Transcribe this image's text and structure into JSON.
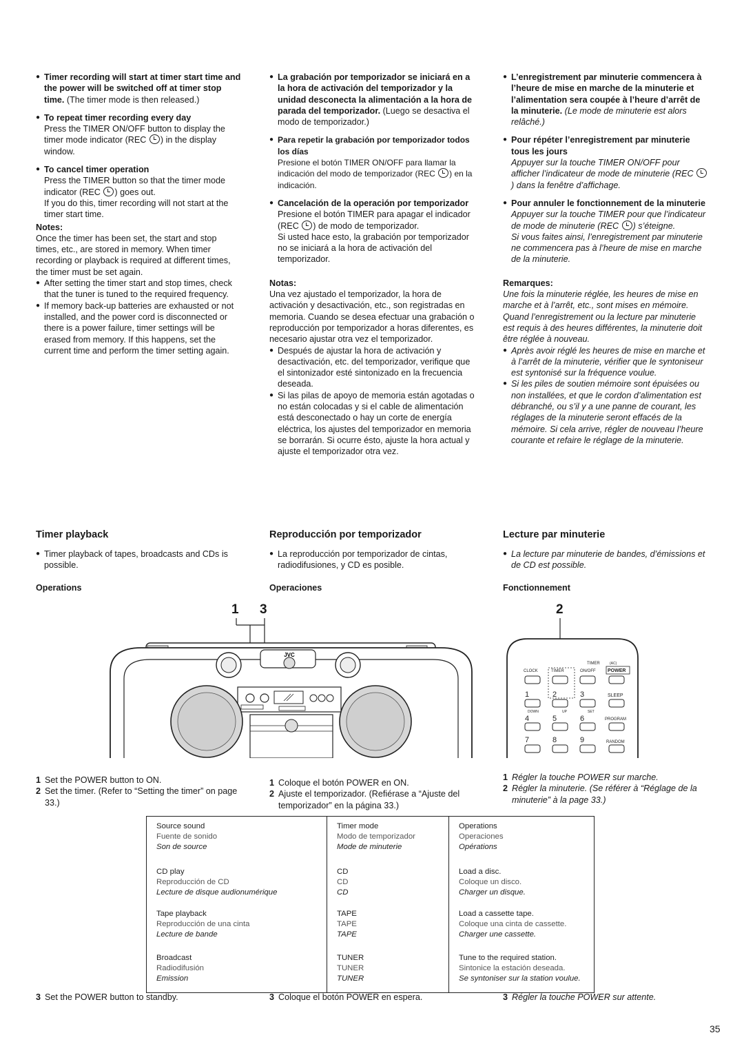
{
  "en": {
    "b1_bold": "Timer recording will start at timer start time and the power will be switched off at timer stop time.",
    "b1_rest": " (The timer mode is then released.)",
    "b2_head": "To repeat timer recording every day",
    "b2_text_a": "Press the TIMER ON/OFF button to display the timer mode indicator (REC ",
    "b2_text_b": ") in the display window.",
    "b3_head": "To cancel timer operation",
    "b3_text_a": "Press the TIMER button so that the timer mode indicator (REC ",
    "b3_text_b": ") goes out.",
    "b3_text_c": "If you do this, timer recording will not start at the timer start time.",
    "notes_head": "Notes:",
    "notes_text": "Once the timer has been set, the start and stop times, etc., are stored in memory. When timer recording or playback is required at different times, the timer must be set again.",
    "n1": "After setting the timer start and stop times, check that the tuner is tuned to the required frequency.",
    "n2": "If memory back-up batteries are exhausted or not installed, and the power cord is disconnected or there is a power failure, timer settings will be erased from memory. If this happens, set the current time and perform the timer setting again.",
    "section": "Timer playback",
    "intro": "Timer playback of tapes, broadcasts and CDs is possible.",
    "ops": "Operations",
    "s1": "Set the POWER button to ON.",
    "s2": "Set the timer. (Refer to “Setting the timer” on page 33.)",
    "s3": "Set the POWER button to standby."
  },
  "es": {
    "b1_bold": "La grabación por temporizador se iniciará en a la hora de activación del temporizador y la unidad desconecta la alimentación a la hora de parada del temporizador.",
    "b1_rest": " (Luego se desactiva el modo de temporizador.)",
    "b2_head": "Para repetir la grabación por temporizador todos los días",
    "b2_text_a": "Presione el botón TIMER ON/OFF para llamar la indicación del modo de temporizador (REC ",
    "b2_text_b": ") en la indicación.",
    "b3_head": "Cancelación de la operación por temporizador",
    "b3_text_a": "Presione el botón TIMER para apagar el indicador (REC ",
    "b3_text_b": ") de modo de temporizador.",
    "b3_text_c": "Si usted hace esto, la grabación por temporizador no se iniciará a la hora de activación del temporizador.",
    "notes_head": "Notas:",
    "notes_text": "Una vez ajustado el temporizador, la hora de activación y desactivación, etc., son registradas en memoria. Cuando se desea efectuar una grabación o reproducción por temporizador a horas diferentes, es necesario ajustar otra vez el temporizador.",
    "n1": "Después de ajustar la hora de activación y desactivación, etc. del temporizador, verifique que el sintonizador esté sintonizado en la frecuencia deseada.",
    "n2": "Si las pilas de apoyo de memoria están agotadas o no están colocadas y si el cable de alimentación está desconectado o hay un corte de energía eléctrica, los ajustes del temporizador en memoria se borrarán. Si ocurre ésto, ajuste la hora actual y ajuste el temporizador otra vez.",
    "section": "Reproducción por temporizador",
    "intro": "La reproducción por temporizador de cintas, radiodifusiones, y CD es posible.",
    "ops": "Operaciones",
    "s1": "Coloque el botón POWER en ON.",
    "s2": "Ajuste el temporizador. (Refiérase a “Ajuste del temporizador” en la página 33.)",
    "s3": "Coloque el botón POWER en espera."
  },
  "fr": {
    "b1_bold": "L’enregistrement par minuterie commencera à l’heure de mise en marche de la minuterie et l’alimentation sera coupée à l’heure d’arrêt de la minuterie.",
    "b1_rest": " (Le mode de minuterie est alors relâché.)",
    "b2_head": "Pour répéter l’enregistrement par minuterie tous les jours",
    "b2_text_a": "Appuyer sur la touche TIMER ON/OFF pour afficher l’indicateur de mode de minuterie (REC ",
    "b2_text_b": ") dans la fenêtre d’affichage.",
    "b3_head": "Pour annuler le fonctionnement de la minuterie",
    "b3_text_a": "Appuyer sur la touche TIMER pour que l’indicateur de mode de minuterie (REC ",
    "b3_text_b": ") s’éteigne.",
    "b3_text_c": "Si vous faites ainsi, l’enregistrement par minuterie ne commencera pas à l’heure de mise en marche de la minuterie.",
    "notes_head": "Remarques:",
    "notes_text": "Une fois la minuterie réglée, les heures de mise en marche et à l’arrêt, etc., sont mises en mémoire. Quand l’enregistrement ou la lecture par minuterie est requis à des heures différentes, la minuterie doit être réglée à nouveau.",
    "n1": "Après avoir réglé les heures de mise en marche et à l’arrêt de la minuterie, vérifier que le syntoniseur est syntonisé sur la fréquence voulue.",
    "n2": "Si les piles de soutien mémoire sont épuisées ou non installées, et que le cordon d’alimentation est débranché, ou s’il y a une panne de courant, les réglages de la minuterie seront effacés de la mémoire. Si cela arrive, régler de nouveau l’heure courante et refaire le réglage de la minuterie.",
    "section": "Lecture par minuterie",
    "intro": "La lecture par minuterie de bandes, d’émissions et de CD est possible.",
    "ops": "Fonctionnement",
    "s1": "Régler la touche POWER sur marche.",
    "s2": "Régler la minuterie. (Se référer à “Réglage de la minuterie” à la page 33.)",
    "s3": "Régler la touche POWER sur attente."
  },
  "figure": {
    "label_1": "1",
    "label_3": "3",
    "label_2": "2",
    "unit_brand": "JVC",
    "remote": {
      "timer_top": "TIMER",
      "ac": "(AC)",
      "clock": "CLOCK",
      "timer": "TIMER",
      "onoff": "ON/OFF",
      "power": "POWER",
      "k1": "1",
      "k2": "2",
      "k3": "3",
      "sleep": "SLEEP",
      "down": "DOWN",
      "up": "UP",
      "set": "SET",
      "k4": "4",
      "k5": "5",
      "k6": "6",
      "program": "PROGRAM",
      "k7": "7",
      "k8": "8",
      "k9": "9",
      "random": "RANDOM"
    }
  },
  "table": {
    "header": {
      "c1": [
        "Source sound",
        "Fuente de sonido",
        "Son de source"
      ],
      "c2": [
        "Timer mode",
        "Modo de temporizador",
        "Mode de minuterie"
      ],
      "c3": [
        "Operations",
        "Operaciones",
        "Opérations"
      ]
    },
    "rows": [
      {
        "c1": [
          "CD play",
          "Reproducción de CD",
          "Lecture de disque audionumérique"
        ],
        "c2": [
          "CD",
          "CD",
          "CD"
        ],
        "c3": [
          "Load a disc.",
          "Coloque un disco.",
          "Charger un disque."
        ]
      },
      {
        "c1": [
          "Tape playback",
          "Reproducción de una cinta",
          "Lecture de bande"
        ],
        "c2": [
          "TAPE",
          "TAPE",
          "TAPE"
        ],
        "c3": [
          "Load a cassette tape.",
          "Coloque una cinta de cassette.",
          "Charger une cassette."
        ]
      },
      {
        "c1": [
          "Broadcast",
          "Radiodifusión",
          "Emission"
        ],
        "c2": [
          "TUNER",
          "TUNER",
          "TUNER"
        ],
        "c3": [
          "Tune to the required station.",
          "Sintonice la estación deseada.",
          "Se syntoniser sur la station voulue."
        ]
      }
    ]
  },
  "page_number": "35"
}
